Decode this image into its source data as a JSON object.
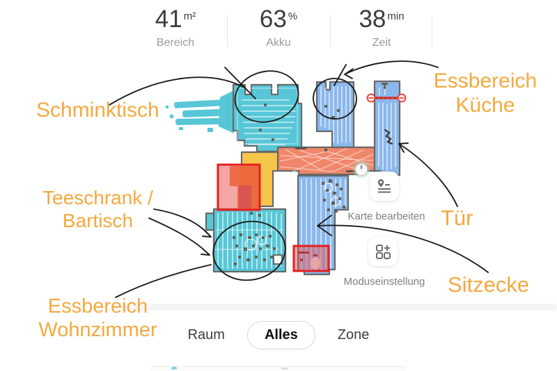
{
  "stats": {
    "items": [
      {
        "value": "41",
        "unit": "m²",
        "label": "Bereich"
      },
      {
        "value": "63",
        "unit": "%",
        "label": "Akku"
      },
      {
        "value": "38",
        "unit": "min",
        "label": "Zeit"
      }
    ]
  },
  "annotations": {
    "schminktisch": "Schminktisch",
    "essbereich_kueche": "Essbereich\nKüche",
    "teeschrank_bartisch": "Teeschrank /\nBartisch",
    "tuer": "Tür",
    "essbereich_wohnzimmer": "Essbereich\nWohnzimmer",
    "sitzecke": "Sitzecke"
  },
  "actions": {
    "edit_map": "Karte bearbeiten",
    "mode_setting": "Moduseinstellung"
  },
  "mode_toggle": {
    "options": [
      "Raum",
      "Alles",
      "Zone"
    ],
    "selected": "Alles"
  },
  "colors": {
    "label_orange": "#F5A93F",
    "room_teal": "#57C7D7",
    "room_blue": "#8AB8EC",
    "corridor_coral": "#F0876A",
    "room_yellow": "#F6C64A",
    "nogo_red_border": "#E51F1F",
    "annotation_black": "#1c1c1c"
  }
}
